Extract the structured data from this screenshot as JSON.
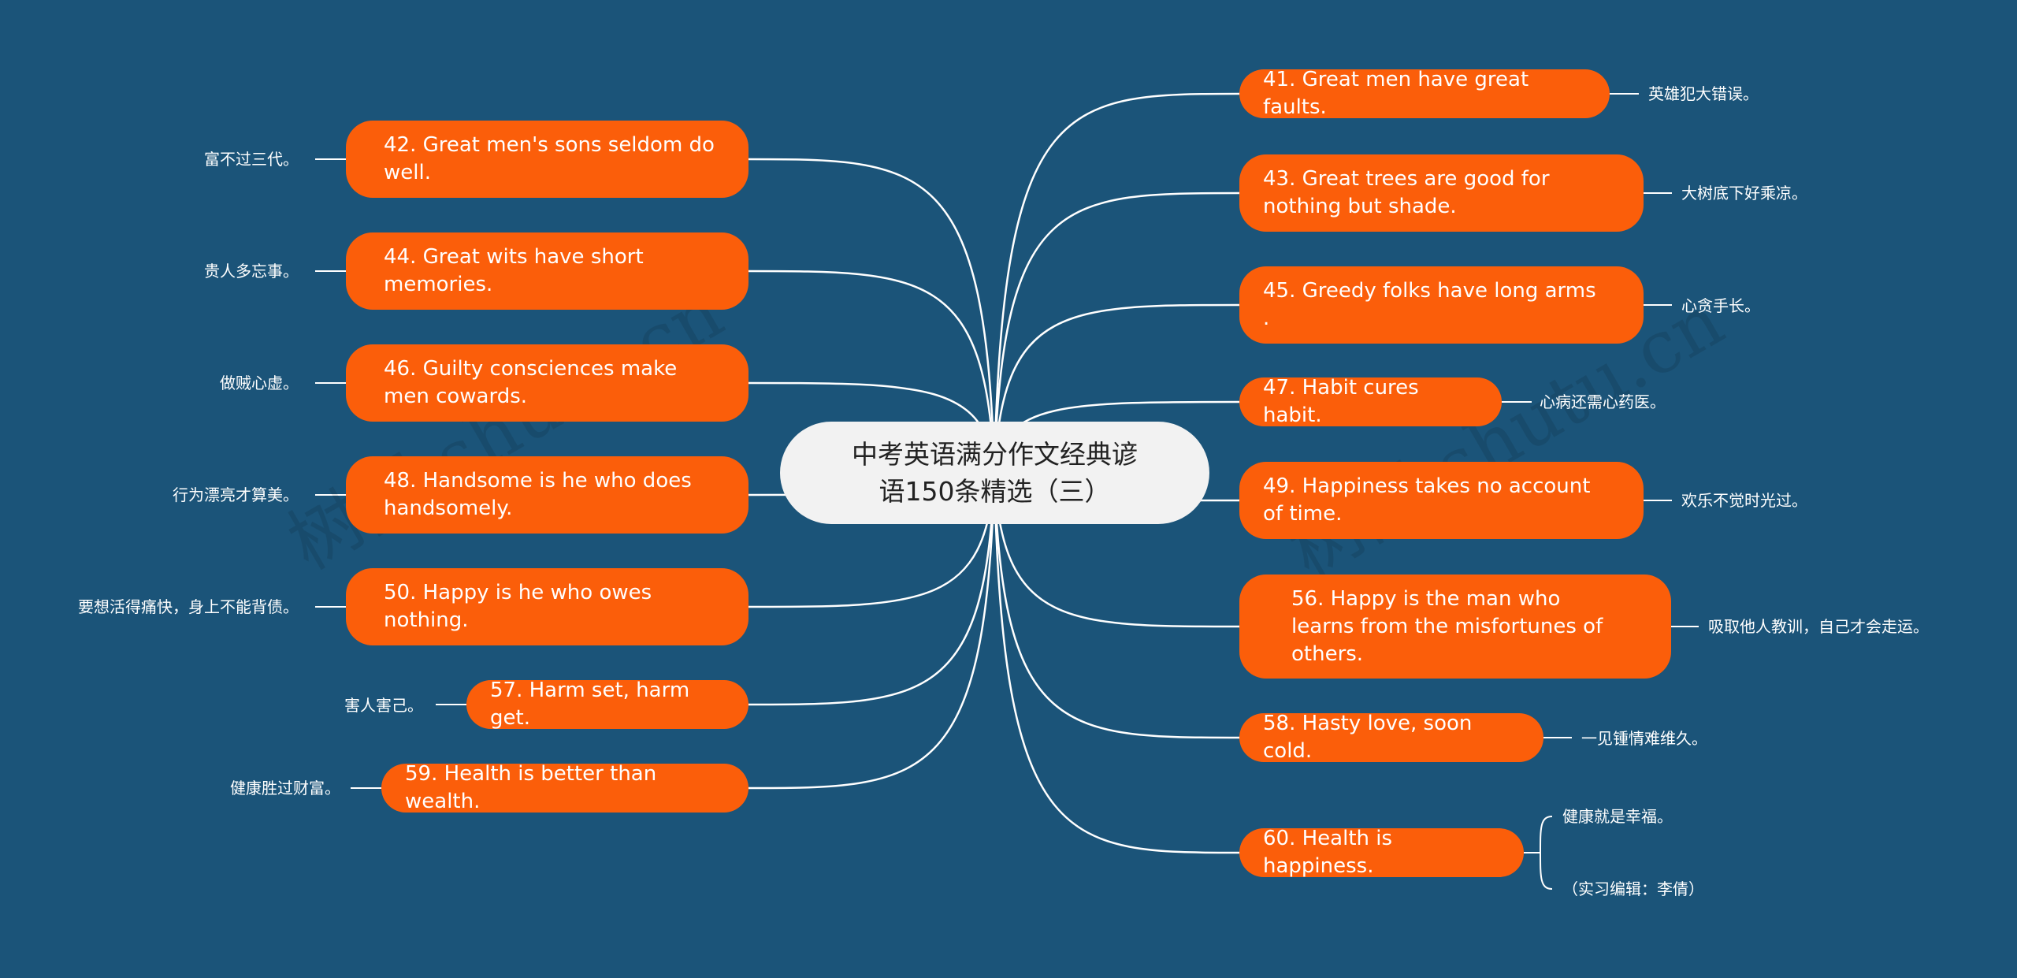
{
  "root": "中考英语满分作文经典谚\n语150条精选（三）",
  "right": [
    {
      "id": "r41",
      "text": "41. Great men have great faults.",
      "note": "英雄犯大错误。"
    },
    {
      "id": "r43",
      "text": "43. Great trees are good for\nnothing but shade.",
      "note": "大树底下好乘凉。"
    },
    {
      "id": "r45",
      "text": "45. Greedy folks have long arms\n.",
      "note": "心贪手长。"
    },
    {
      "id": "r47",
      "text": "47. Habit cures habit.",
      "note": "心病还需心药医。"
    },
    {
      "id": "r49",
      "text": "49. Happiness takes no account\nof time.",
      "note": "欢乐不觉时光过。"
    },
    {
      "id": "r56",
      "text": "56. Happy is the man who\nlearns from the misfortunes of\nothers.",
      "note": "吸取他人教训，自己才会走运。"
    },
    {
      "id": "r58",
      "text": "58. Hasty love, soon cold.",
      "note": "一见锺情难维久。"
    },
    {
      "id": "r60",
      "text": "60. Health is happiness.",
      "note": "健康就是幸福。",
      "note2": "（实习编辑：李倩）"
    }
  ],
  "left": [
    {
      "id": "l42",
      "text": "42. Great men's sons seldom do\n well.",
      "note": "富不过三代。"
    },
    {
      "id": "l44",
      "text": "44. Great wits have short\nmemories.",
      "note": "贵人多忘事。"
    },
    {
      "id": "l46",
      "text": "46. Guilty consciences make\nmen cowards.",
      "note": "做贼心虚。"
    },
    {
      "id": "l48",
      "text": "48. Handsome is he who does\nhandsomely.",
      "note": "行为漂亮才算美。"
    },
    {
      "id": "l50",
      "text": "50. Happy is he who owes\nnothing.",
      "note": "要想活得痛快，身上不能背债。"
    },
    {
      "id": "l57",
      "text": "57. Harm set, harm get.",
      "note": "害人害己。"
    },
    {
      "id": "l59",
      "text": "59. Health is better than wealth.",
      "note": "健康胜过财富。"
    }
  ],
  "watermark": [
    "树图 shutu.cn",
    "树图 shutu.cn"
  ],
  "colors": {
    "background": "#1b5479",
    "node": "#fb5e0a",
    "root": "#f2f2f2",
    "link": "#ffffff"
  }
}
